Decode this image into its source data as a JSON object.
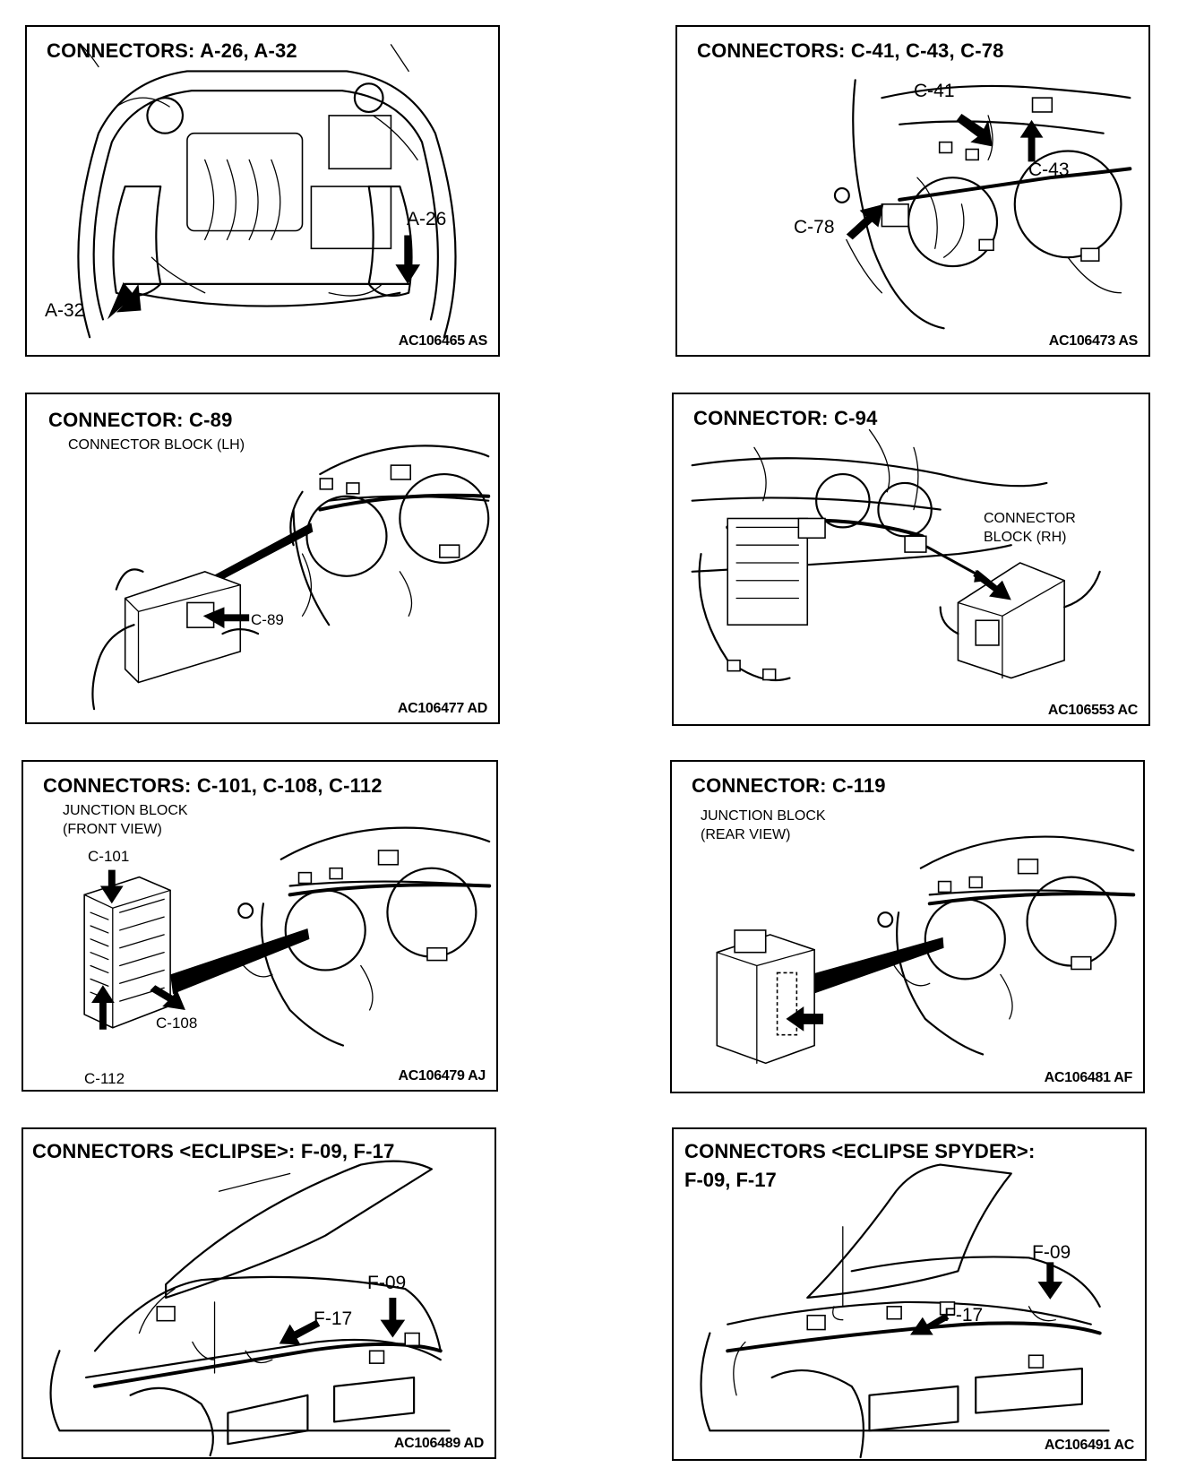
{
  "panels": [
    {
      "title": "CONNECTORS: A-26, A-32",
      "code": "AC106465 AS",
      "labels": [
        "A-26",
        "A-32"
      ]
    },
    {
      "title": "CONNECTORS: C-41, C-43, C-78",
      "code": "AC106473 AS",
      "labels": [
        "C-41",
        "C-43",
        "C-78"
      ]
    },
    {
      "title": "CONNECTOR: C-89",
      "subtitle": "CONNECTOR BLOCK (LH)",
      "code": "AC106477 AD",
      "labels": [
        "C-89"
      ]
    },
    {
      "title": "CONNECTOR: C-94",
      "subtitle": "CONNECTOR\nBLOCK (RH)",
      "code": "AC106553 AC",
      "labels": []
    },
    {
      "title": "CONNECTORS: C-101, C-108, C-112",
      "subtitle": "JUNCTION BLOCK\n(FRONT VIEW)",
      "code": "AC106479 AJ",
      "labels": [
        "C-101",
        "C-108",
        "C-112"
      ]
    },
    {
      "title": "CONNECTOR: C-119",
      "subtitle": "JUNCTION BLOCK\n(REAR VIEW)",
      "code": "AC106481 AF",
      "labels": []
    },
    {
      "title": "CONNECTORS <ECLIPSE>: F-09, F-17",
      "code": "AC106489 AD",
      "labels": [
        "F-09",
        "F-17"
      ]
    },
    {
      "title": "CONNECTORS <ECLIPSE SPYDER>:",
      "title_line2": "F-09, F-17",
      "code": "AC106491 AC",
      "labels": [
        "F-09",
        "F-17"
      ]
    }
  ]
}
